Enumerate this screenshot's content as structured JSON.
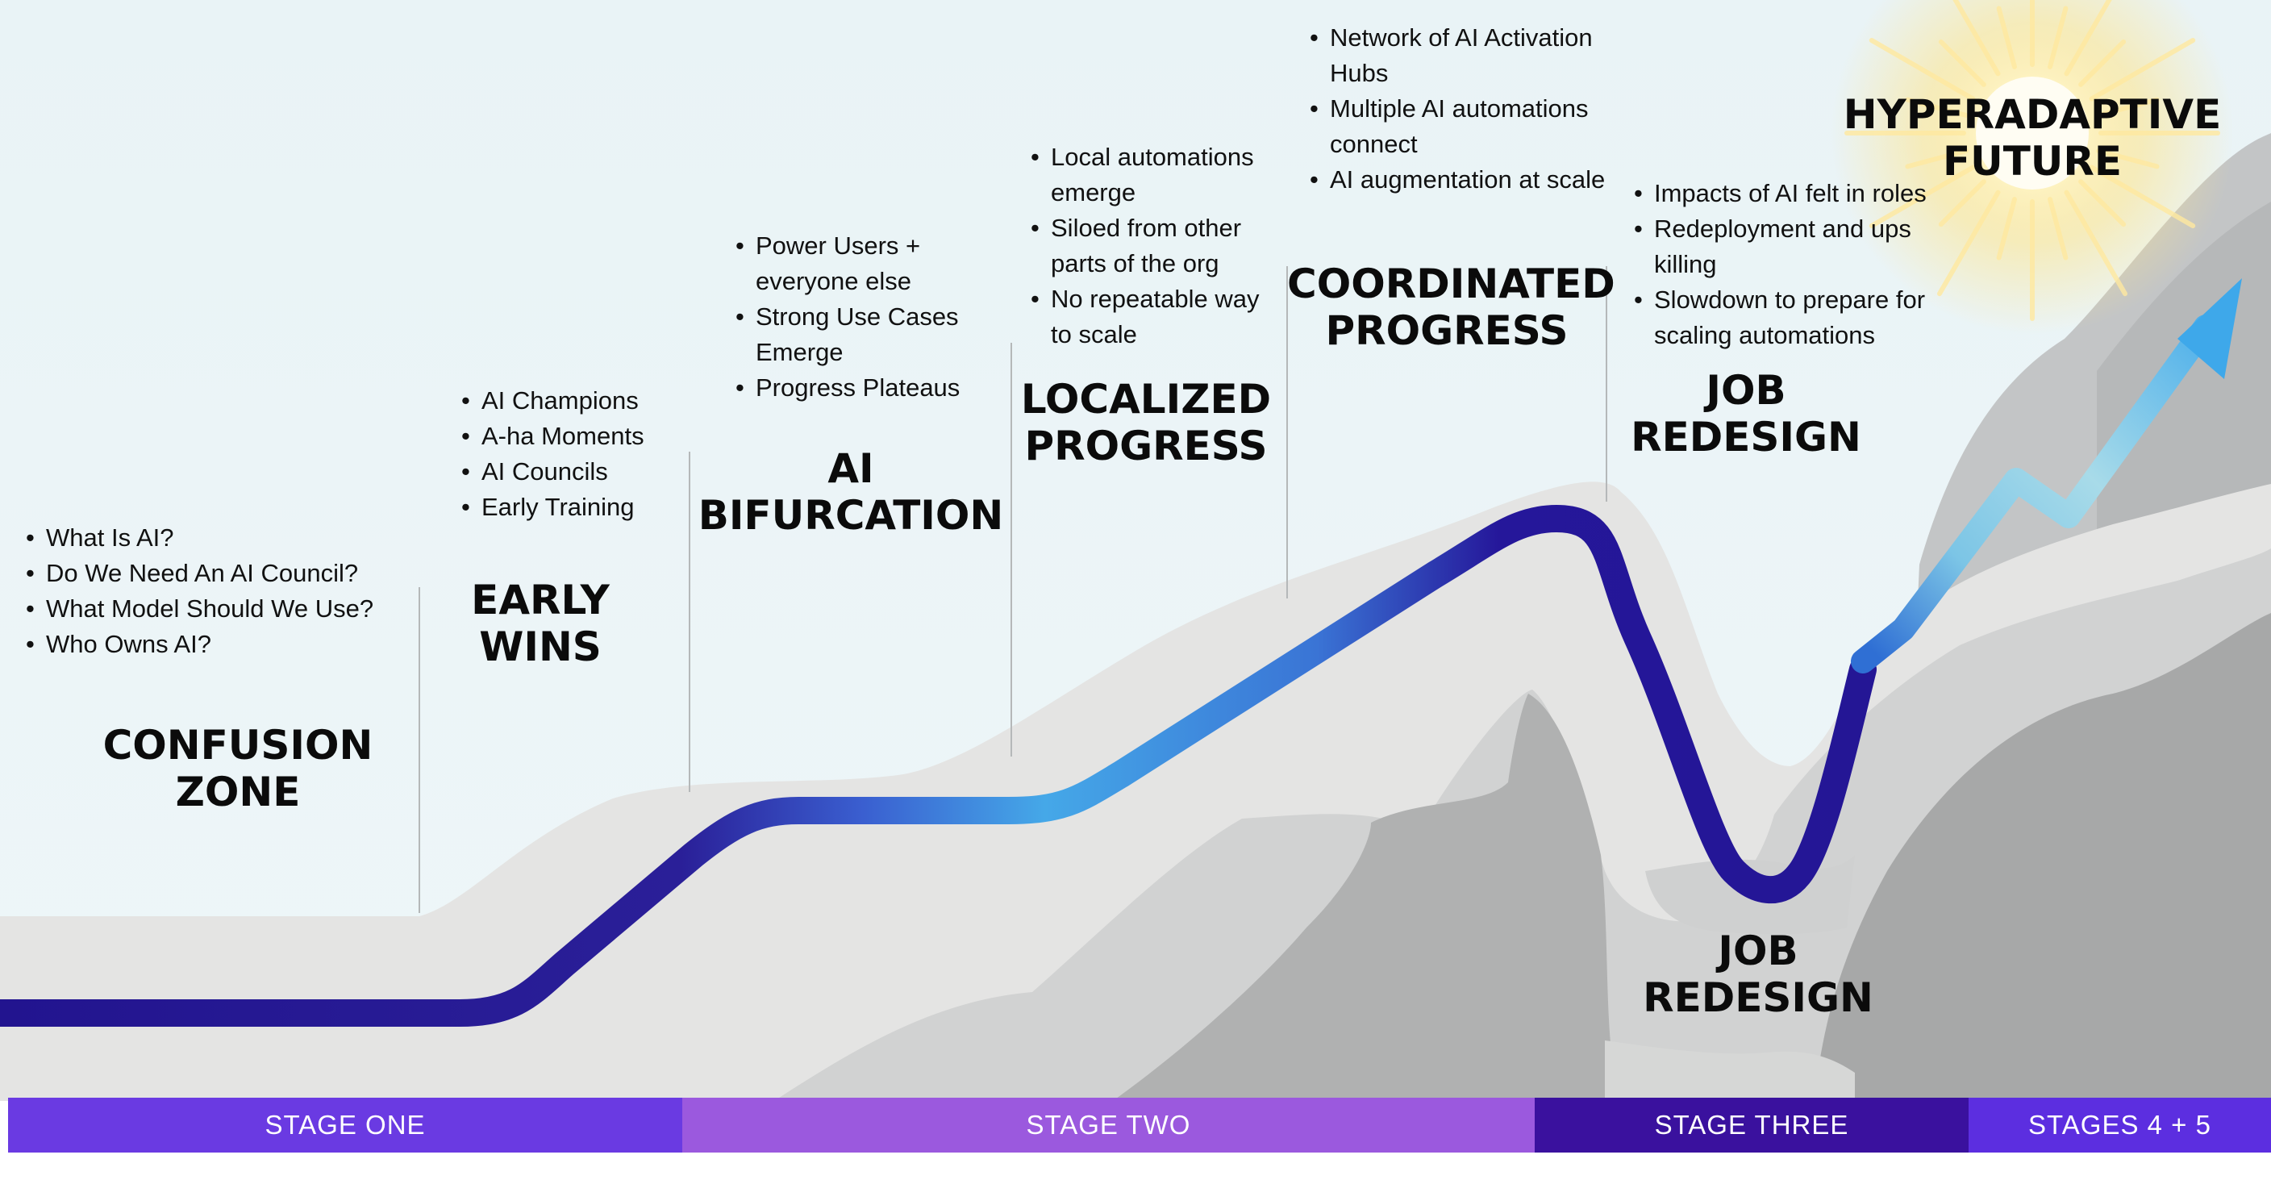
{
  "stages": [
    {
      "id": "confusion",
      "title": "CONFUSION\nZONE",
      "bullets": [
        "What Is AI?",
        "Do We Need An AI Council?",
        "What Model Should We Use?",
        "Who Owns AI?"
      ]
    },
    {
      "id": "early",
      "title": "EARLY\nWINS",
      "bullets": [
        "AI Champions",
        "A-ha Moments",
        "AI Councils",
        "Early Training"
      ]
    },
    {
      "id": "bifurcation",
      "title": "AI\nBIFURCATION",
      "bullets": [
        "Power Users + everyone else",
        "Strong Use Cases Emerge",
        "Progress Plateaus"
      ]
    },
    {
      "id": "localized",
      "title": "LOCALIZED\nPROGRESS",
      "bullets": [
        "Local automations emerge",
        "Siloed from other parts of the org",
        "No repeatable way to scale"
      ]
    },
    {
      "id": "coordinated",
      "title": "COORDINATED\nPROGRESS",
      "bullets": [
        "Network of AI Activation Hubs",
        "Multiple AI automations connect",
        "AI augmentation at scale"
      ]
    },
    {
      "id": "jobredesign",
      "title": "JOB\nREDESIGN",
      "bullets": [
        "Impacts of AI felt in roles",
        "Redeployment and ups killing",
        "Slowdown to prepare for scaling automations"
      ]
    },
    {
      "id": "future",
      "title": "HYPERADAPTIVE\nFUTURE",
      "bullets": []
    }
  ],
  "valley_label": "JOB\nREDESIGN",
  "stage_bar": [
    {
      "label": "STAGE ONE",
      "color": "#6a3ae2"
    },
    {
      "label": "STAGE TWO",
      "color": "#9b59de"
    },
    {
      "label": "STAGE THREE",
      "color": "#3a119e"
    },
    {
      "label": "STAGES 4 + 5",
      "color": "#5c2ee0"
    }
  ],
  "colors": {
    "sky": "#eaf4f7",
    "path_dark": "#22148f",
    "path_light": "#45a8e8",
    "arrow": "#44a9e6",
    "sun": "#ffe27a"
  }
}
